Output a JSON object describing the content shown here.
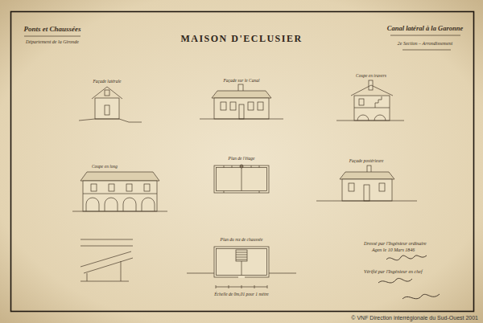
{
  "diagram": {
    "title": "MAISON D'ECLUSIER",
    "labels": [
      "Ponts et Chaussées",
      "Département de la Gironde",
      "Canal latéral à la Garonne",
      "2e Section – Arrondissement",
      "Façade latérale",
      "Façade sur le Canal",
      "Coupe en travers",
      "Coupe en long",
      "Plan de l'étage",
      "Façade postérieure",
      "Plan du rez de chaussée",
      "Échelle de 0m,01 pour 1 mètre",
      "Dressé par l'Ingénieur ordinaire",
      "Agen le 10 Mars 1846",
      "Vérifié par l'Ingénieur en chef",
      "© VNF Direction interrégionale du Sud-Ouest 2001"
    ]
  }
}
